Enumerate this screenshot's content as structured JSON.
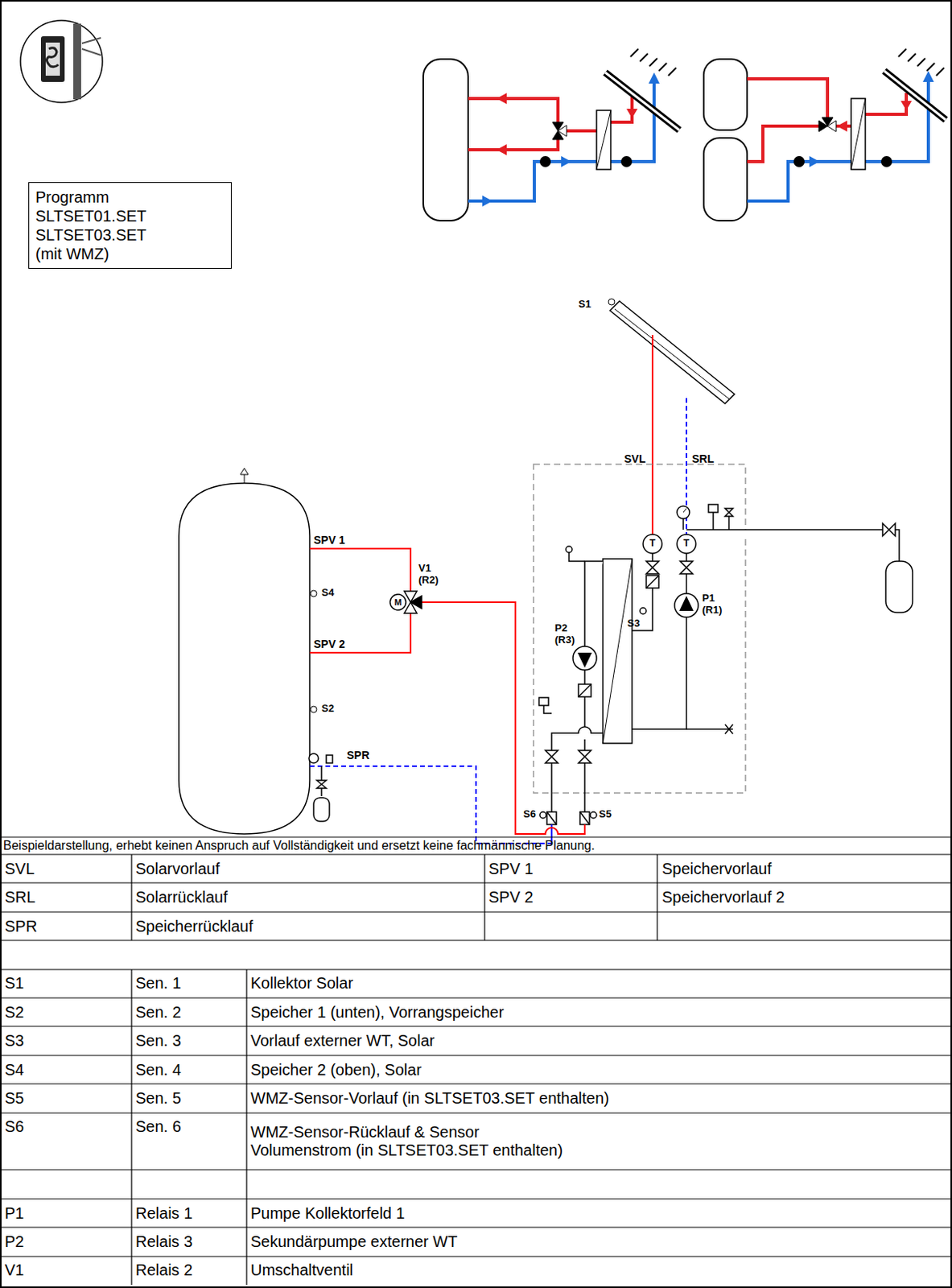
{
  "diagram": {
    "nodes": [
      {
        "text": [
          "Programm SLTSET01.SET SLTSET03.SET (mit WMZ)"
        ]
      }
    ],
    "labels": [
      "S1",
      "SVL",
      "SRL",
      "T",
      "T",
      "S3",
      "P1 (R1)",
      "P2 (R3)",
      "S4",
      "S2",
      "SPV 1",
      "SPV 2",
      "SPR",
      "V1 (R2)",
      "M",
      "S6",
      "S5",
      "Beispieldarstellung, erhebt keinen Anspruch auf Vollständigkeit und ersetzt keine fachmännische Planung.",
      "SVL",
      "Solarvorlauf",
      "SPV 1",
      "Speichervorlauf",
      "SRL",
      "Solarrücklauf",
      "SPV 2",
      "Speichervorlauf 2",
      "SPR",
      "Speicherrücklauf",
      "S1",
      "Sen. 1",
      "Kollektor Solar",
      "S2",
      "Sen. 2",
      "Speicher 1 (unten), Vorrangspeicher",
      "S3",
      "Sen. 3",
      "Vorlauf externer WT, Solar",
      "S4",
      "Sen. 4",
      "Speicher 2 (oben), Solar",
      "S5",
      "Sen. 5",
      "WMZ-Sensor-Vorlauf (in SLTSET03.SET enthalten)",
      "S6",
      "Sen. 6",
      "WMZ-Sensor-Rücklauf & Sensor Volumenstrom (in SLTSET03.SET enthalten)",
      "P1",
      "Relais 1",
      "Pumpe Kollektorfeld 1",
      "P2",
      "Relais 3",
      "Sekundärpumpe externer WT",
      "V1",
      "Relais 2",
      "Umschaltventil"
    ]
  }
}
